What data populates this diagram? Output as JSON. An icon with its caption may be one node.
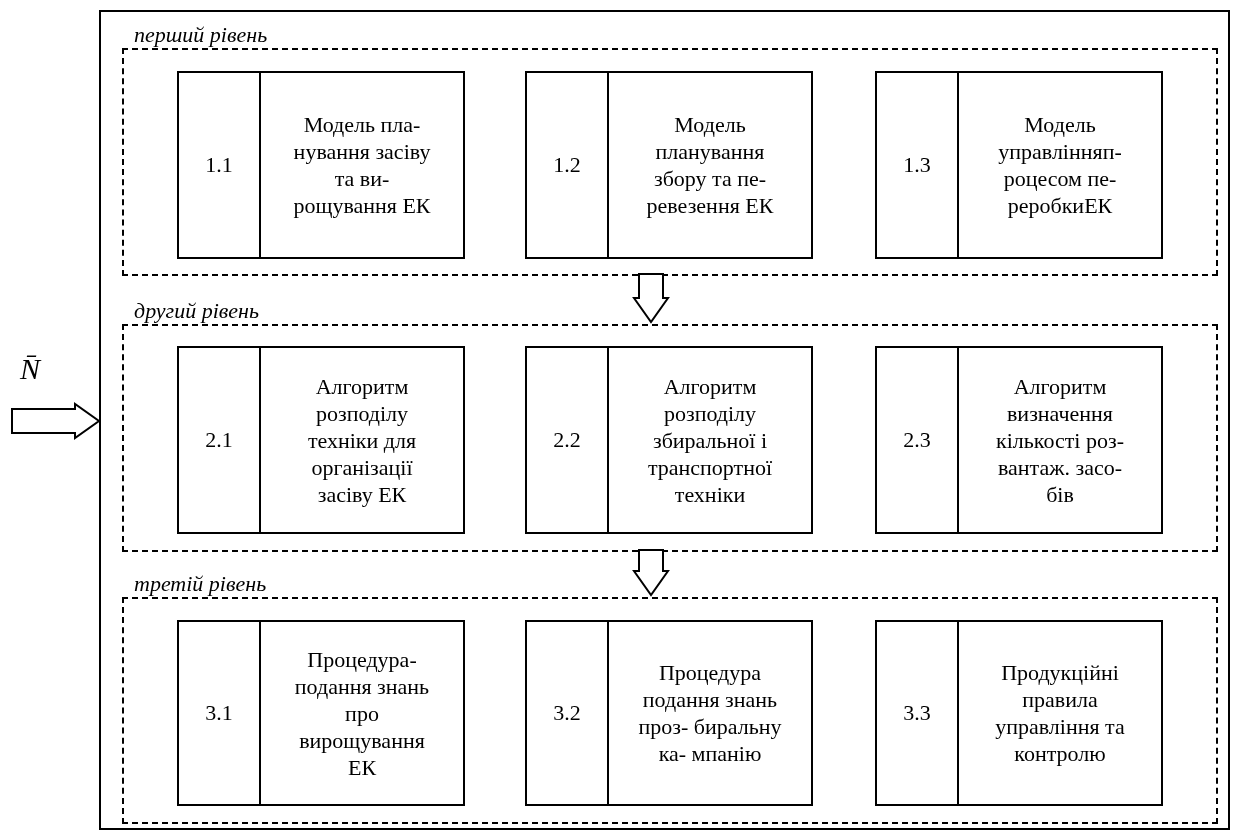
{
  "diagram": {
    "nodes": [
      {
        "text": [],
        "shape": "box"
      },
      {
        "text": [
          "перший рівень"
        ],
        "in": 0
      },
      {
        "text": [
          "1.1",
          "Модель пла- нування засіву та ви- рощування ЕК"
        ],
        "in": 1
      },
      {
        "text": [
          "1.2",
          "Модель планування збору та пе- ревезення ЕК"
        ],
        "in": 1
      },
      {
        "text": [
          "1.3",
          "Модель управлінняп- роцесом пе- реробкиЕК"
        ],
        "in": 1
      },
      {
        "text": [
          "другий рівень"
        ],
        "in": 0
      },
      {
        "text": [
          "2.1",
          "Алгоритм розподілу техніки для організації засіву ЕК"
        ],
        "in": 5
      },
      {
        "text": [
          "2.2",
          "Алгоритм розподілу збиральної і транспортної техніки"
        ],
        "in": 5
      },
      {
        "text": [
          "2.3",
          "Алгоритм визначення кількості роз- вантаж. засо- бів"
        ],
        "in": 5
      },
      {
        "text": [
          "третій рівень"
        ],
        "in": 0
      },
      {
        "text": [
          "3.1",
          "Процедура- подання знань про вирощування ЕК"
        ],
        "in": 9
      },
      {
        "text": [
          "3.2",
          "Процедура подання знань проз- биральну ка- мпанію"
        ],
        "in": 9
      },
      {
        "text": [
          "3.3",
          "Продукційні правила управління та контролю"
        ],
        "in": 9
      }
    ],
    "edges": [
      {
        "from": null,
        "to": 0,
        "arrow": "to",
        "label": "N̄"
      },
      {
        "from": 1,
        "to": 5,
        "arrow": "to"
      },
      {
        "from": 5,
        "to": 9,
        "arrow": "to"
      }
    ]
  }
}
